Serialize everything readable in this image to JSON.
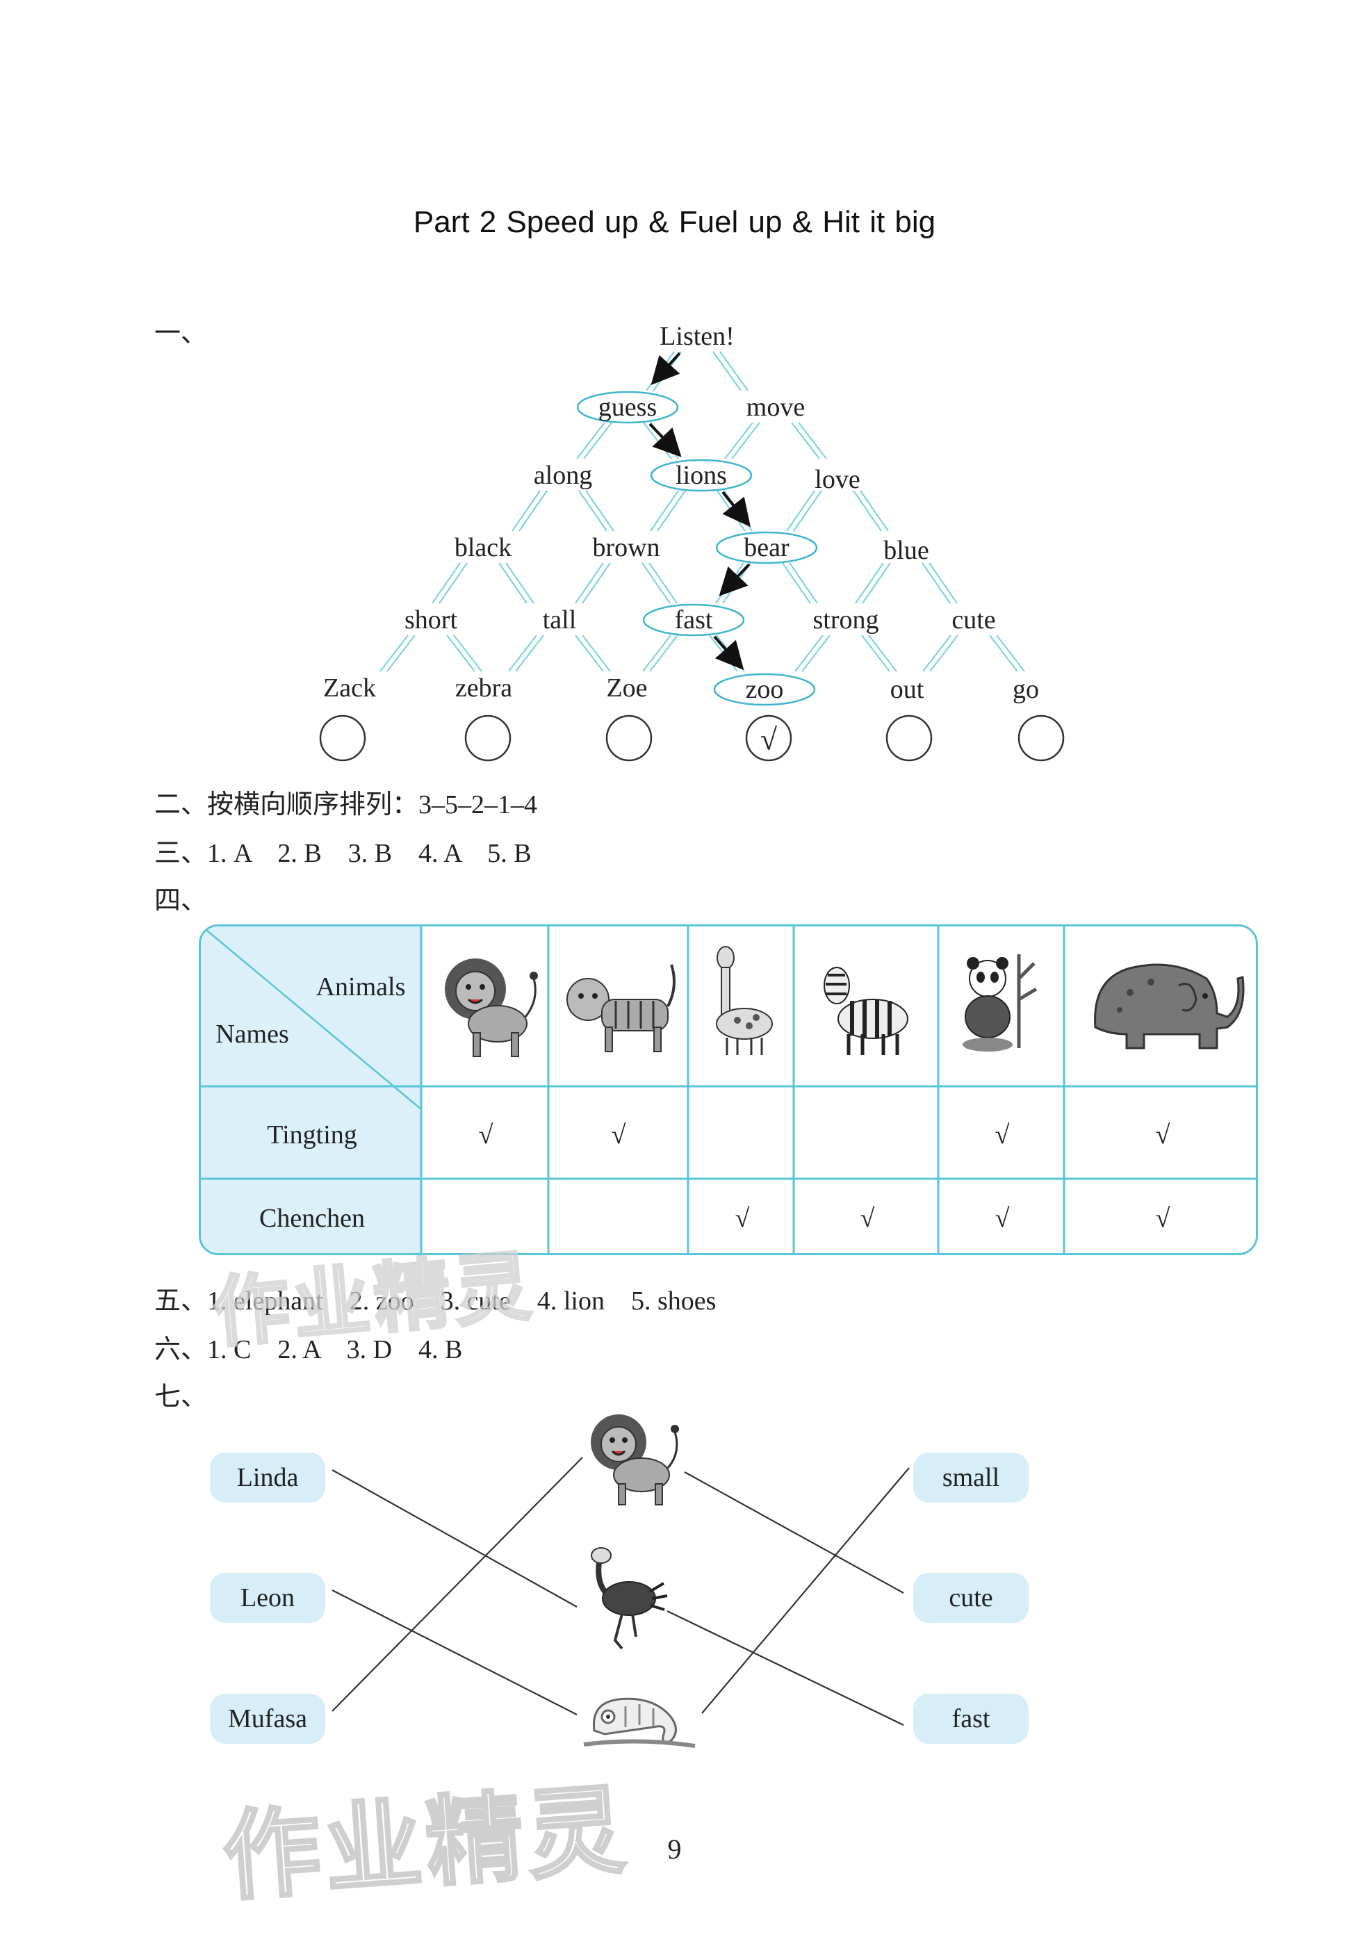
{
  "title": "Part 2    Speed up & Fuel up & Hit it big",
  "section1": {
    "label": "一、",
    "top_word": "Listen!",
    "rows": [
      [
        "guess",
        "move"
      ],
      [
        "along",
        "lions",
        "love"
      ],
      [
        "black",
        "brown",
        "bear",
        "blue"
      ],
      [
        "short",
        "tall",
        "fast",
        "strong",
        "cute"
      ],
      [
        "Zack",
        "zebra",
        "Zoe",
        "zoo",
        "out",
        "go"
      ]
    ],
    "check_mark": "√"
  },
  "section2": {
    "text": "二、按横向顺序排列：3–5–2–1–4"
  },
  "section3": {
    "text": "三、1. A    2. B    3. B    4. A    5. B"
  },
  "section4": {
    "label": "四、",
    "header_animals": "Animals",
    "header_names": "Names",
    "animals": [
      "lion-icon",
      "tiger-icon",
      "giraffe-icon",
      "zebra-icon",
      "panda-icon",
      "elephant-icon"
    ],
    "rows": [
      {
        "name": "Tingting",
        "marks": [
          "√",
          "√",
          "",
          "",
          "√",
          "√"
        ]
      },
      {
        "name": "Chenchen",
        "marks": [
          "",
          "",
          "√",
          "√",
          "√",
          "√"
        ]
      }
    ]
  },
  "section5": {
    "text": "五、1. elephant    2. zoo    3. cute    4. lion    5. shoes"
  },
  "section6": {
    "text": "六、1. C    2. A    3. D    4. B"
  },
  "section7": {
    "label": "七、",
    "names": [
      "Linda",
      "Leon",
      "Mufasa"
    ],
    "animals": [
      "lion-icon",
      "ostrich-icon",
      "chameleon-icon"
    ],
    "adjectives": [
      "small",
      "cute",
      "fast"
    ]
  },
  "page_number": "9",
  "watermark": "作业精灵",
  "colors": {
    "accent": "#59c6d8",
    "fill": "#dcf0fa",
    "pill": "#d7eef8"
  }
}
